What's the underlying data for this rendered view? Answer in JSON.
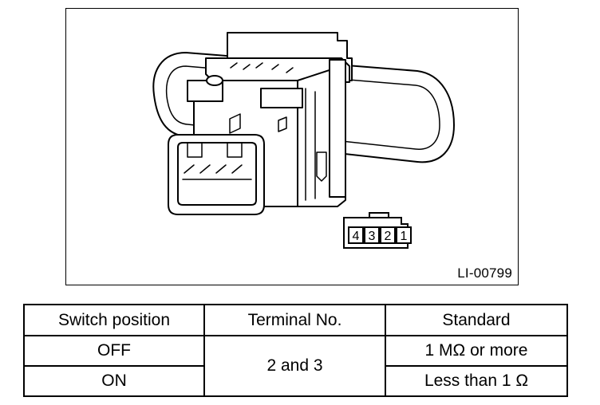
{
  "figure": {
    "id_label": "LI-00799",
    "connector_terminals": [
      "4",
      "3",
      "2",
      "1"
    ]
  },
  "table": {
    "headers": [
      "Switch position",
      "Terminal No.",
      "Standard"
    ],
    "rows": [
      {
        "position": "OFF",
        "standard": "1 MΩ or more"
      },
      {
        "position": "ON",
        "standard": "Less than 1 Ω"
      }
    ],
    "terminal": "2 and 3"
  }
}
